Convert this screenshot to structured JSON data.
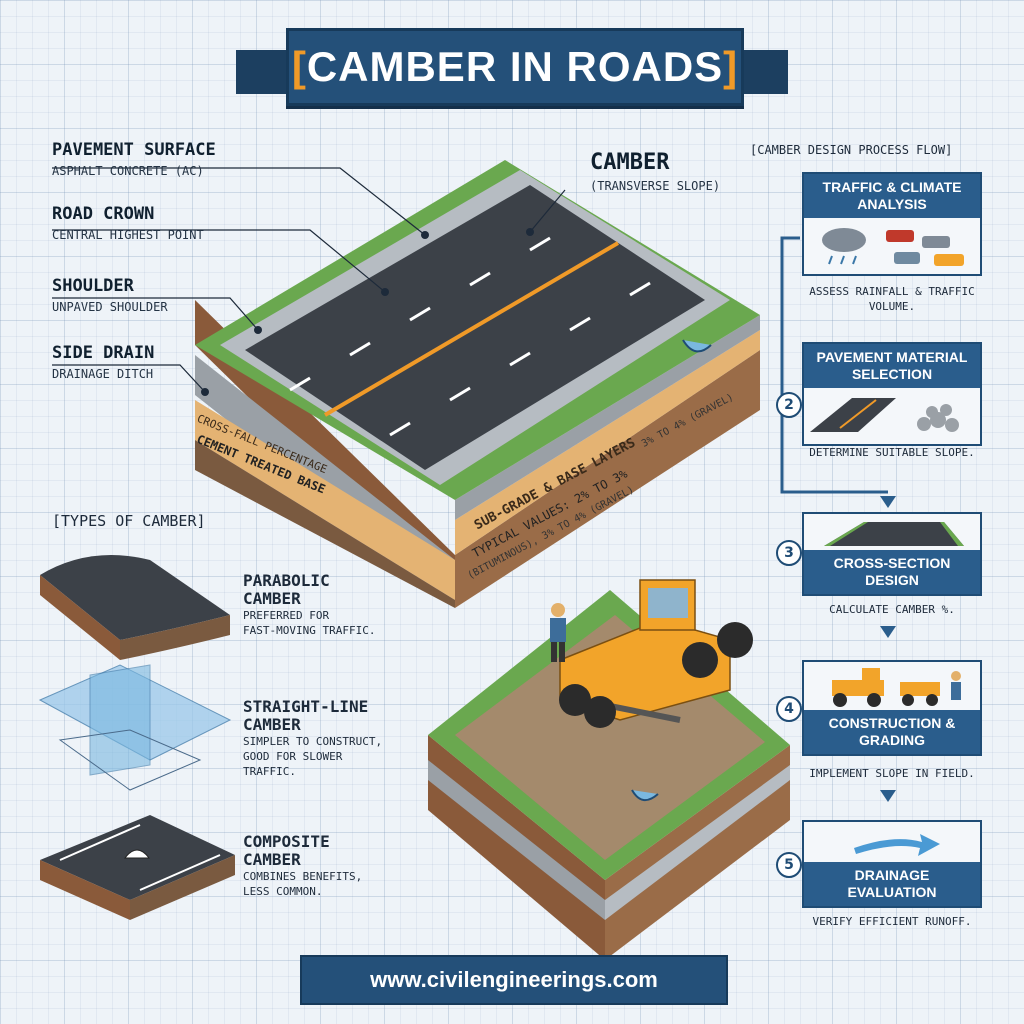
{
  "title": {
    "open": "[",
    "text": "CAMBER IN ROADS",
    "close": "]"
  },
  "labels": {
    "pavement_surface": {
      "title": "PAVEMENT SURFACE",
      "sub": "ASPHALT CONCRETE (AC)"
    },
    "road_crown": {
      "title": "ROAD CROWN",
      "sub": "CENTRAL HIGHEST POINT"
    },
    "shoulder": {
      "title": "SHOULDER",
      "sub": "UNPAVED SHOULDER"
    },
    "side_drain": {
      "title": "SIDE DRAIN",
      "sub": "DRAINAGE DITCH"
    },
    "camber": {
      "title": "CAMBER",
      "sub": "(TRANSVERSE SLOPE)"
    }
  },
  "layers": {
    "cross_fall": "CROSS-FALL PERCENTAGE",
    "cement_base": "CEMENT TREATED BASE",
    "subgrade": "SUB-GRADE & BASE LAYERS",
    "typical": "TYPICAL VALUES: 2% TO 3%",
    "bituminous": "(BITUMINOUS), 3% TO 4% (GRAVEL)",
    "gravel_range": "3% TO 4% (GRAVEL)"
  },
  "types": {
    "heading": "[TYPES OF CAMBER]",
    "items": [
      {
        "name1": "PARABOLIC",
        "name2": "CAMBER",
        "desc1": "PREFERRED FOR",
        "desc2": "FAST-MOVING TRAFFIC."
      },
      {
        "name1": "STRAIGHT-LINE",
        "name2": "CAMBER",
        "desc1": "SIMPLER TO CONSTRUCT,",
        "desc2": "GOOD FOR SLOWER",
        "desc3": "TRAFFIC."
      },
      {
        "name1": "COMPOSITE",
        "name2": "CAMBER",
        "desc1": "COMBINES BENEFITS,",
        "desc2": "LESS COMMON."
      }
    ]
  },
  "flow": {
    "heading": "[CAMBER DESIGN PROCESS FLOW]",
    "steps": [
      {
        "num": "",
        "title1": "TRAFFIC & CLIMATE",
        "title2": "ANALYSIS",
        "desc1": "ASSESS RAINFALL & TRAFFIC",
        "desc2": "VOLUME."
      },
      {
        "num": "2",
        "title1": "PAVEMENT MATERIAL",
        "title2": "SELECTION",
        "desc1": "DETERMINE SUITABLE SLOPE.",
        "desc2": ""
      },
      {
        "num": "3",
        "title1": "CROSS-SECTION",
        "title2": "DESIGN",
        "desc1": "CALCULATE CAMBER %.",
        "desc2": ""
      },
      {
        "num": "4",
        "title1": "CONSTRUCTION &",
        "title2": "GRADING",
        "desc1": "IMPLEMENT SLOPE IN FIELD.",
        "desc2": ""
      },
      {
        "num": "5",
        "title1": "DRAINAGE",
        "title2": "EVALUATION",
        "desc1": "VERIFY EFFICIENT RUNOFF.",
        "desc2": ""
      }
    ]
  },
  "footer": "www.civilengineerings.com",
  "colors": {
    "navy": "#245079",
    "accent": "#f09a28",
    "asphalt": "#3c4148",
    "grass": "#6aa84f",
    "soil": "#8a5a3a",
    "base": "#e4b373",
    "concrete": "#9aa0a6"
  }
}
